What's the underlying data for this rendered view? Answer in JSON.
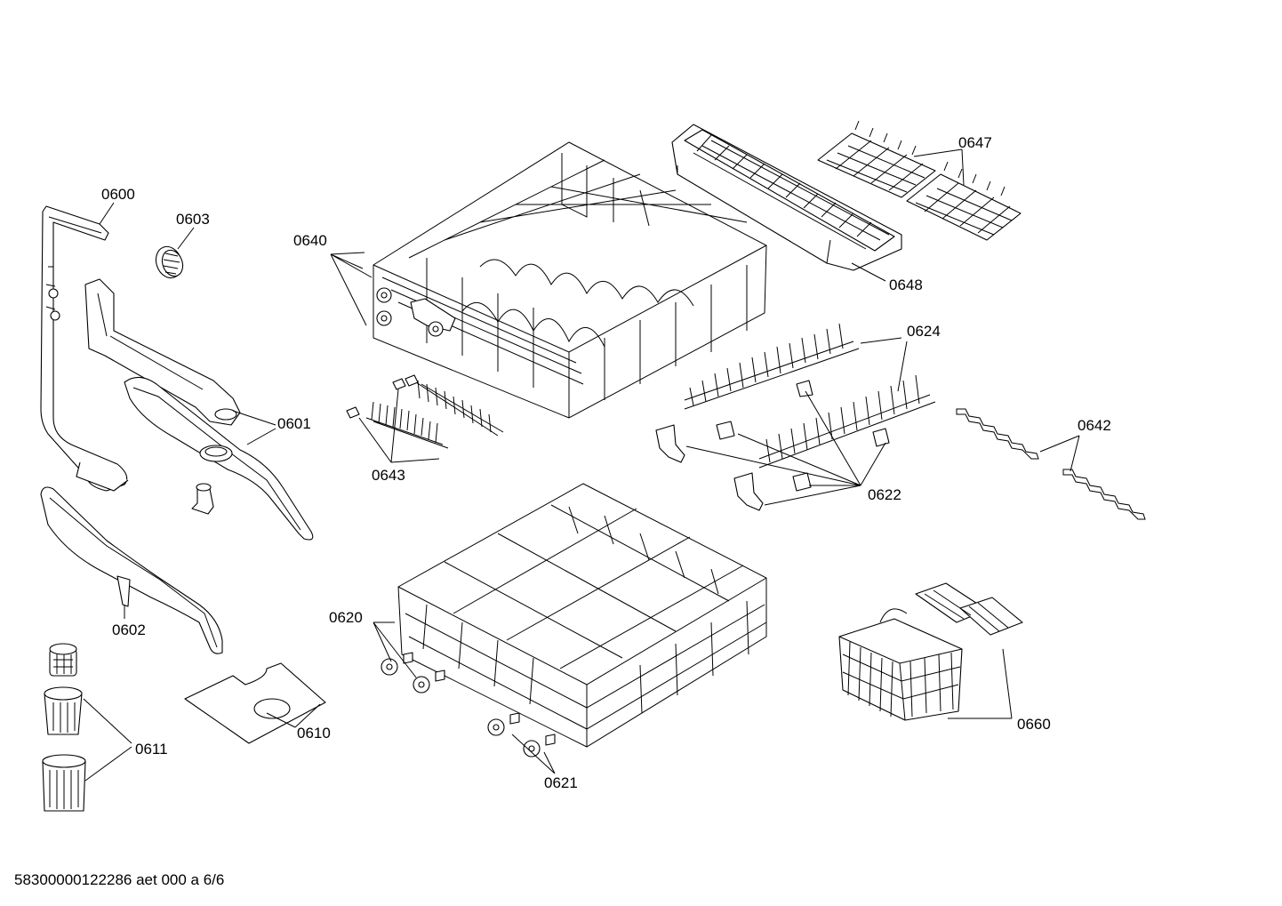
{
  "footer_text": "58300000122286 aet 000 a 6/6",
  "parts": [
    {
      "id": "0600",
      "label": "0600"
    },
    {
      "id": "0601",
      "label": "0601"
    },
    {
      "id": "0602",
      "label": "0602"
    },
    {
      "id": "0603",
      "label": "0603"
    },
    {
      "id": "0610",
      "label": "0610"
    },
    {
      "id": "0611",
      "label": "0611"
    },
    {
      "id": "0620",
      "label": "0620"
    },
    {
      "id": "0621",
      "label": "0621"
    },
    {
      "id": "0622",
      "label": "0622"
    },
    {
      "id": "0624",
      "label": "0624"
    },
    {
      "id": "0640",
      "label": "0640"
    },
    {
      "id": "0642",
      "label": "0642"
    },
    {
      "id": "0643",
      "label": "0643"
    },
    {
      "id": "0647",
      "label": "0647"
    },
    {
      "id": "0648",
      "label": "0648"
    },
    {
      "id": "0660",
      "label": "0660"
    }
  ]
}
